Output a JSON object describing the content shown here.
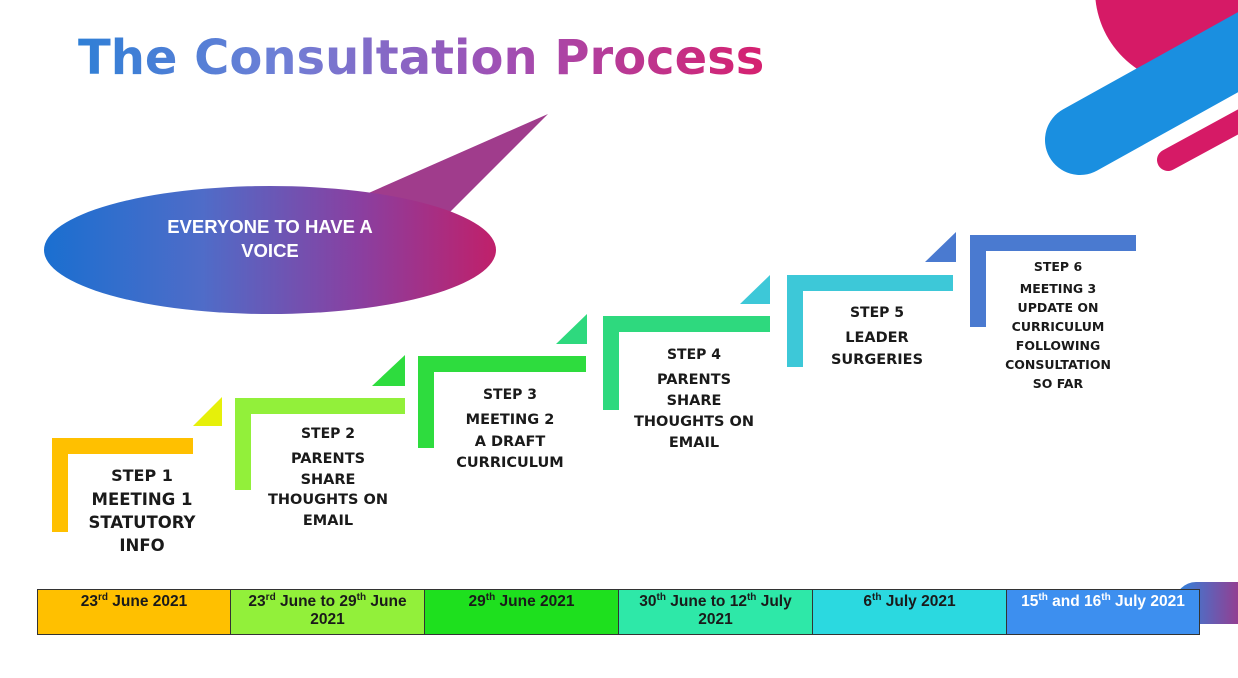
{
  "title": "The Consultation Process",
  "bubble": {
    "text_line1": "EVERYONE TO HAVE A",
    "text_line2": "VOICE"
  },
  "steps": [
    {
      "label": "STEP 1",
      "lines": [
        "MEETING 1",
        "STATUTORY",
        "INFO"
      ],
      "color": "#FFC000"
    },
    {
      "label": "STEP 2",
      "lines": [
        "PARENTS",
        "SHARE",
        "THOUGHTS ON",
        "EMAIL"
      ],
      "color": "#92F03A"
    },
    {
      "label": "STEP 3",
      "lines": [
        "MEETING 2",
        "A DRAFT",
        "CURRICULUM"
      ],
      "color": "#2EDC3E"
    },
    {
      "label": "STEP 4",
      "lines": [
        "PARENTS",
        "SHARE",
        "THOUGHTS ON",
        "EMAIL"
      ],
      "color": "#2ED97E"
    },
    {
      "label": "STEP 5",
      "lines": [
        "LEADER",
        "SURGERIES"
      ],
      "color": "#3DC8D8"
    },
    {
      "label": "STEP 6",
      "lines": [
        "MEETING 3",
        "UPDATE ON",
        "CURRICULUM",
        "FOLLOWING",
        "CONSULTATION",
        "SO FAR"
      ],
      "color": "#4A7AD0"
    }
  ],
  "timeline": [
    {
      "parts": [
        "23",
        "rd",
        " June 2021"
      ],
      "bg": "#FFC000",
      "color": "#1a1a1a"
    },
    {
      "parts": [
        "23",
        "rd",
        " June to 29",
        "th",
        " June 2021"
      ],
      "bg": "#92F03A",
      "color": "#1a1a1a"
    },
    {
      "parts": [
        "29",
        "th",
        " June 2021"
      ],
      "bg": "#1EE01E",
      "color": "#1a1a1a"
    },
    {
      "parts": [
        "30",
        "th",
        " June to 12",
        "th",
        " July 2021"
      ],
      "bg": "#2EE8A8",
      "color": "#1a1a1a"
    },
    {
      "parts": [
        "6",
        "th",
        " July 2021"
      ],
      "bg": "#2BD9E0",
      "color": "#1a1a1a"
    },
    {
      "parts": [
        "15",
        "th",
        " and 16",
        "th",
        " July 2021"
      ],
      "bg": "#3D8FEF",
      "color": "#ffffff"
    }
  ]
}
